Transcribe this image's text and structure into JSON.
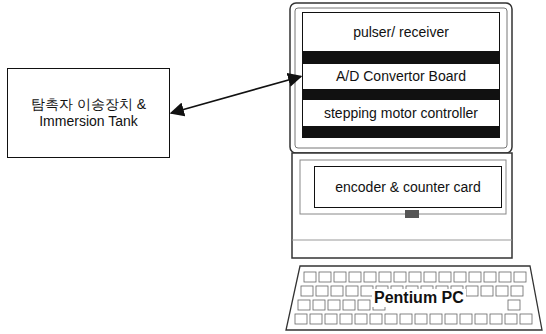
{
  "diagram": {
    "nodes": [
      {
        "text": [
          "탐촉자 이송장치 & Immersion Tank"
        ]
      },
      {
        "text": [
          "pulser/ receiver"
        ]
      },
      {
        "text": [
          "A/D Convertor Board"
        ]
      },
      {
        "text": [
          "stepping motor controller"
        ]
      },
      {
        "text": [
          "encoder & counter card"
        ]
      }
    ],
    "edges": [
      {
        "from": 0,
        "to": 2,
        "arrow": "both"
      }
    ],
    "labels": [
      "Pentium PC"
    ]
  }
}
